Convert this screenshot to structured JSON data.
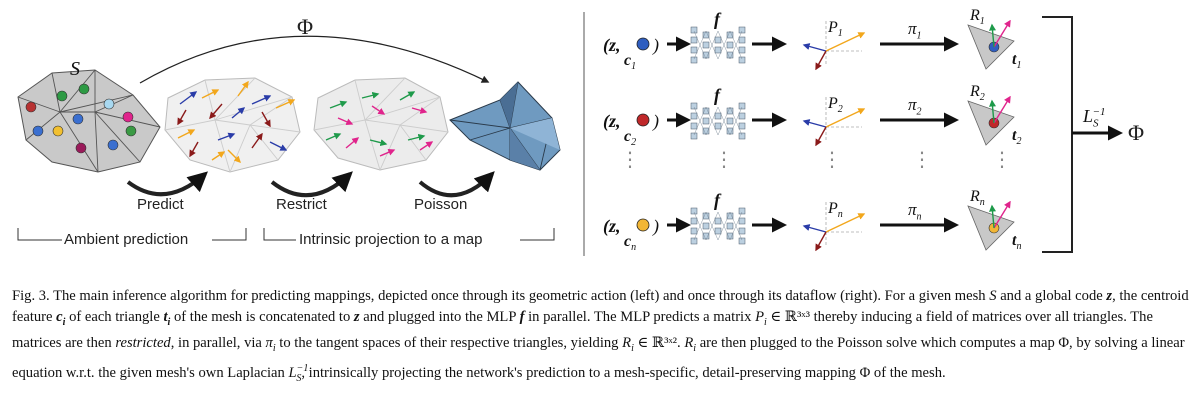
{
  "labels": {
    "phi_top": "Φ",
    "mesh_symbol": "S",
    "predict": "Predict",
    "restrict": "Restrict",
    "poisson": "Poisson",
    "ambient": "Ambient prediction",
    "intrinsic": "Intrinsic projection to a map",
    "f": "f",
    "z": "z",
    "inv_laplacian": "L",
    "phi_out": "Φ",
    "vdots": "⋮"
  },
  "rows": [
    {
      "c": "c",
      "sub": "1",
      "P": "P",
      "pi": "π",
      "R": "R",
      "t": "t",
      "color": "#2f5ec0"
    },
    {
      "c": "c",
      "sub": "2",
      "P": "P",
      "pi": "π",
      "R": "R",
      "t": "t",
      "color": "#c0282a"
    },
    {
      "c": "c",
      "sub": "n",
      "P": "P",
      "pi": "π",
      "R": "R",
      "t": "t",
      "color": "#f2b635"
    }
  ],
  "caption": {
    "p1": "Fig. 3.  The main inference algorithm for predicting mappings, depicted once through its geometric action (left) and once through its dataflow (right). For a given mesh ",
    "p2": " and a global code ",
    "p3": ", the centroid feature ",
    "p4": " of each triangle ",
    "p5": " of the mesh is concatenated to ",
    "p6": " and plugged into the MLP ",
    "p7": " in parallel. The MLP predicts a matrix ",
    "p8": " ∈ ℝ³ˣ³ thereby inducing a field of matrices over all triangles. The matrices are then ",
    "p9": "restricted",
    "p10": ", in parallel, via ",
    "p11": " to the tangent spaces of their respective triangles, yielding ",
    "p12": " ∈ ℝ³ˣ². ",
    "p13": " are then plugged to the Poisson solve which computes a map Φ, by solving a linear equation w.r.t. the given mesh's own Laplacian ",
    "p14": ", intrinsically projecting the network's prediction to a mesh-specific, detail-preserving mapping Φ of the mesh.",
    "S": "S",
    "z": "z",
    "ci": "c",
    "ti": "t",
    "f": "f",
    "Pi": "P",
    "pii": "π",
    "Ri": "R",
    "Ri2": "R",
    "Linv": "L",
    "Linv_sup": "−1",
    "Linv_sub": "S",
    "i": "i"
  }
}
